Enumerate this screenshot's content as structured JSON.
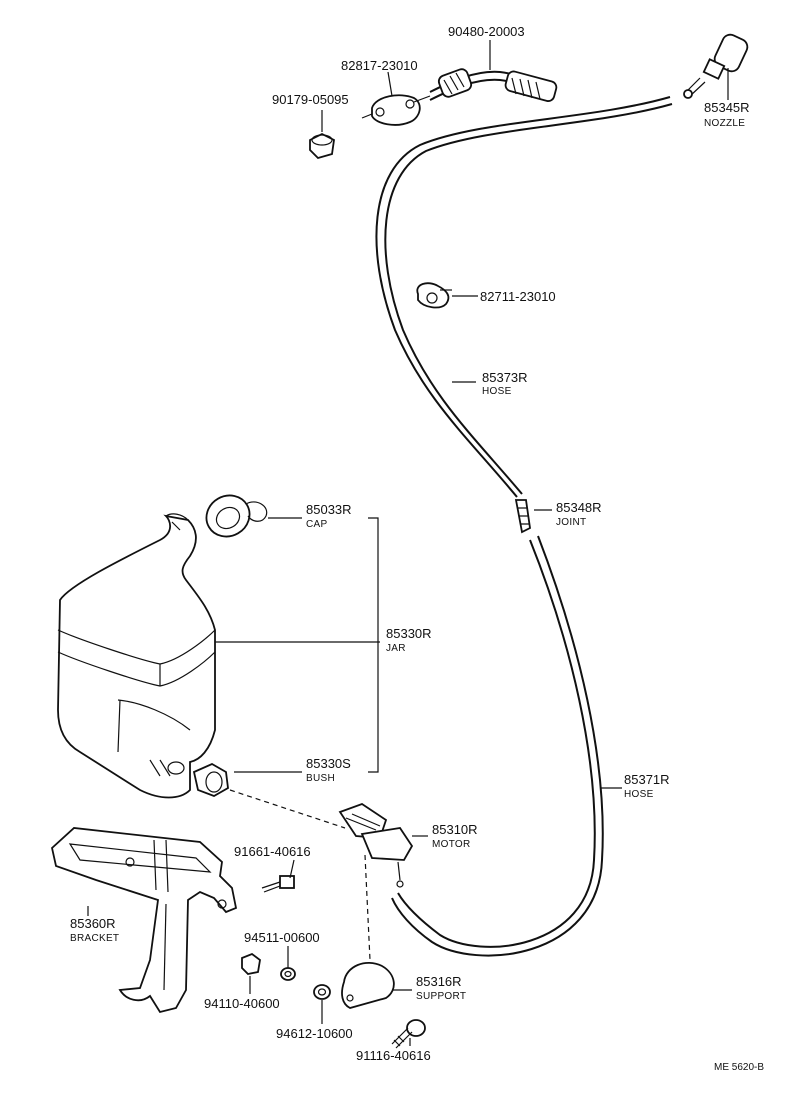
{
  "diagram_code": "ME 5620-B",
  "parts": {
    "p90480": {
      "number": "90480-20003",
      "name": ""
    },
    "p82817": {
      "number": "82817-23010",
      "name": ""
    },
    "p90179": {
      "number": "90179-05095",
      "name": ""
    },
    "p85345": {
      "number": "85345R",
      "name": "NOZZLE"
    },
    "p82711": {
      "number": "82711-23010",
      "name": ""
    },
    "p85373": {
      "number": "85373R",
      "name": "HOSE"
    },
    "p85348": {
      "number": "85348R",
      "name": "JOINT"
    },
    "p85033": {
      "number": "85033R",
      "name": "CAP"
    },
    "p85330r": {
      "number": "85330R",
      "name": "JAR"
    },
    "p85330s": {
      "number": "85330S",
      "name": "BUSH"
    },
    "p85371": {
      "number": "85371R",
      "name": "HOSE"
    },
    "p85310": {
      "number": "85310R",
      "name": "MOTOR"
    },
    "p91661": {
      "number": "91661-40616",
      "name": ""
    },
    "p85360": {
      "number": "85360R",
      "name": "BRACKET"
    },
    "p94511": {
      "number": "94511-00600",
      "name": ""
    },
    "p94110": {
      "number": "94110-40600",
      "name": ""
    },
    "p94612": {
      "number": "94612-10600",
      "name": ""
    },
    "p85316": {
      "number": "85316R",
      "name": "SUPPORT"
    },
    "p91116": {
      "number": "91116-40616",
      "name": ""
    }
  }
}
